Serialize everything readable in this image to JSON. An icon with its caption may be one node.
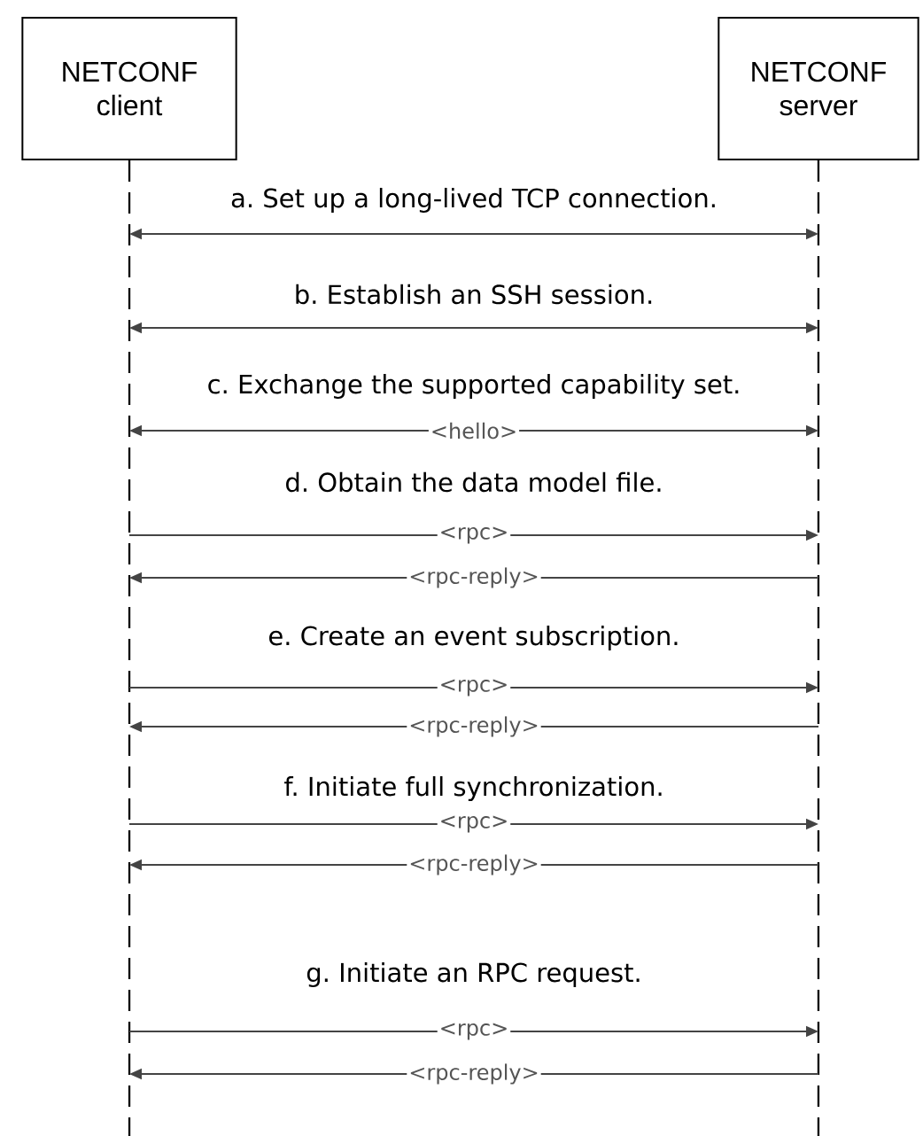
{
  "diagram": {
    "nodes": [
      {
        "text": [
          "NETCONF client"
        ]
      },
      {
        "text": [
          "NETCONF server"
        ]
      }
    ],
    "edges": [
      {
        "from": 0,
        "to": 1,
        "arrow": "both"
      },
      {
        "from": 0,
        "to": 1,
        "arrow": "both"
      },
      {
        "from": 0,
        "to": 1,
        "arrow": "both",
        "label": "<hello>"
      },
      {
        "from": 0,
        "to": 1,
        "arrow": "to",
        "label": "<rpc>"
      },
      {
        "from": 1,
        "to": 0,
        "arrow": "to",
        "label": "<rpc-reply>"
      },
      {
        "from": 0,
        "to": 1,
        "arrow": "to",
        "label": "<rpc>"
      },
      {
        "from": 1,
        "to": 0,
        "arrow": "to",
        "label": "<rpc-reply>"
      },
      {
        "from": 0,
        "to": 1,
        "arrow": "to",
        "label": "<rpc>"
      },
      {
        "from": 1,
        "to": 0,
        "arrow": "to",
        "label": "<rpc-reply>"
      },
      {
        "from": 0,
        "to": 1,
        "arrow": "to",
        "label": "<rpc>"
      },
      {
        "from": 1,
        "to": 0,
        "arrow": "to",
        "label": "<rpc-reply>"
      }
    ],
    "labels": [
      "a. Set up a long-lived TCP connection.",
      "b. Establish an SSH session.",
      "c. Exchange the supported capability set.",
      "d. Obtain the data model file.",
      "e. Create an event subscription.",
      "f. Initiate full synchronization.",
      "g. Initiate an RPC request."
    ]
  }
}
